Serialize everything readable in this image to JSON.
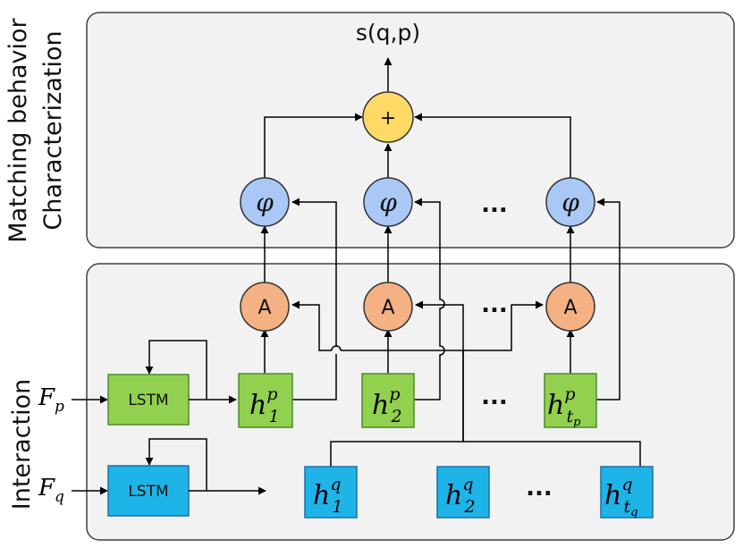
{
  "top_panel": {
    "label_line1": "Matching behavior",
    "label_line2": "Characterization"
  },
  "bottom_panel": {
    "label": "Interaction"
  },
  "output": {
    "label": "s(q,p)"
  },
  "sum_node": {
    "symbol": "+"
  },
  "phi_nodes": [
    {
      "symbol": "φ"
    },
    {
      "symbol": "φ"
    },
    {
      "symbol": "φ"
    }
  ],
  "attention_nodes": [
    {
      "symbol": "A"
    },
    {
      "symbol": "A"
    },
    {
      "symbol": "A"
    }
  ],
  "ellipsis": "...",
  "lstm_p": {
    "label": "LSTM",
    "input_label": "F",
    "input_sub": "p"
  },
  "lstm_q": {
    "label": "LSTM",
    "input_label": "F",
    "input_sub": "q"
  },
  "hidden_p": [
    {
      "base": "h",
      "sup": "p",
      "sub": "1"
    },
    {
      "base": "h",
      "sup": "p",
      "sub": "2"
    },
    {
      "base": "h",
      "sup": "p",
      "sub": "t",
      "subsub": "p"
    }
  ],
  "hidden_q": [
    {
      "base": "h",
      "sup": "q",
      "sub": "1"
    },
    {
      "base": "h",
      "sup": "q",
      "sub": "2"
    },
    {
      "base": "h",
      "sup": "q",
      "sub": "t",
      "subsub": "q"
    }
  ],
  "colors": {
    "panel_fill": "#f2f2f2",
    "panel_stroke": "#404040",
    "sum_fill": "#ffd966",
    "phi_fill": "#a9c8f5",
    "attention_fill": "#f4b183",
    "green_fill": "#92d050",
    "green_stroke": "#4e8a2a",
    "blue_fill": "#1fb4e8",
    "blue_stroke": "#1c6fa8"
  }
}
